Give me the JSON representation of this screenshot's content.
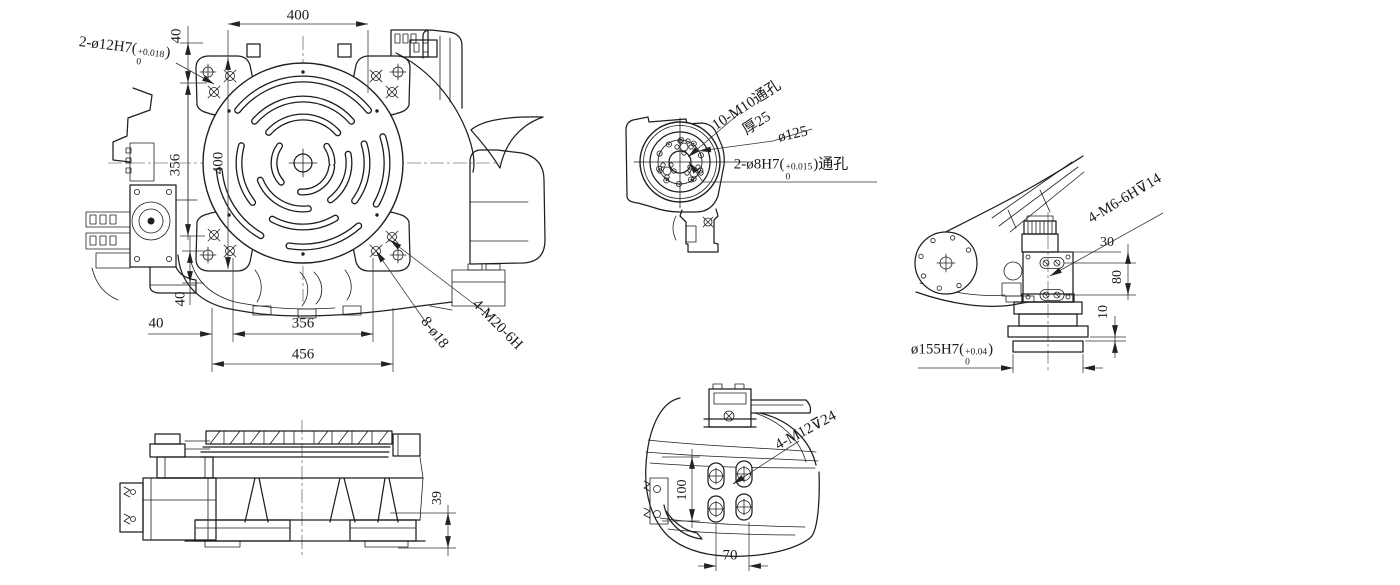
{
  "colors": {
    "background": "#ffffff",
    "line": "#1f1f1f"
  },
  "front_view": {
    "dims": {
      "top_width": "400",
      "top_edge_offset": "40",
      "left_height": "356",
      "plate_height": "400",
      "bottom_edge_offset": "40",
      "bottom_offset": "40",
      "bolt_span": "356",
      "plate_width": "456"
    },
    "labels": {
      "dowel_holes": {
        "prefix": "2-ø12H7(",
        "tol_upper": "+0.018",
        "tol_lower": "0",
        "suffix": ")"
      },
      "through_holes": "8-ø18",
      "tapped_holes": "4-M20-6H"
    }
  },
  "flange_view": {
    "labels": {
      "bolt_note_line1": "10-M10通孔",
      "bolt_note_line2": "厚25",
      "bolt_circle": "ø125",
      "dowel_holes": {
        "prefix": "2-ø8H7(",
        "tol_upper": "+0.015",
        "tol_lower": "0",
        "suffix": ")通孔"
      }
    }
  },
  "arm_view": {
    "labels": {
      "tapped_holes": "4-M6-6H⊽14",
      "spigot": {
        "prefix": "ø155H7(",
        "tol_upper": "+0.04",
        "tol_lower": "0",
        "suffix": ")"
      }
    },
    "dims": {
      "hole_offset": "30",
      "hole_spacing": "80",
      "spigot_depth": "10"
    }
  },
  "base_profile_view": {
    "dims": {
      "foot_height": "39"
    }
  },
  "underside_view": {
    "labels": {
      "tapped_holes": "4-M12⊽24"
    },
    "dims": {
      "vertical_spacing": "100",
      "horizontal_spacing": "70"
    }
  }
}
